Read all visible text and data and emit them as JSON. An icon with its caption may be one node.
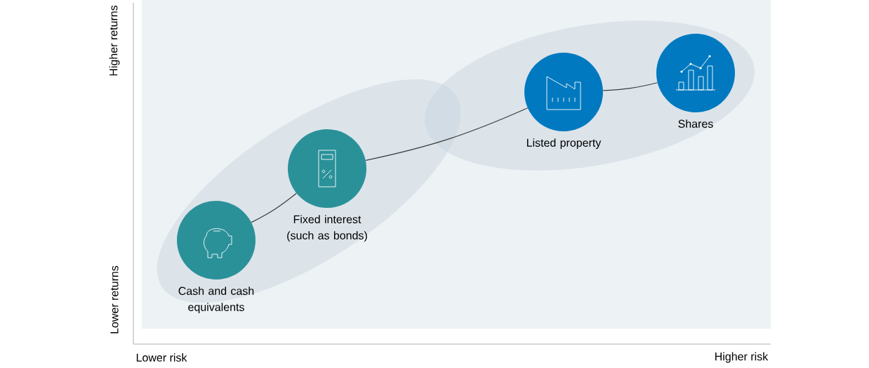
{
  "diagram": {
    "nodes": [
      {
        "text": [
          "Cash and cash equivalents"
        ]
      },
      {
        "text": [
          "Fixed interest (such as bonds)"
        ]
      },
      {
        "text": [
          "Listed property"
        ]
      },
      {
        "text": [
          "Shares"
        ]
      }
    ],
    "edges": [
      {
        "from": 0,
        "to": 1,
        "arrow": "none"
      },
      {
        "from": 1,
        "to": 2,
        "arrow": "none"
      },
      {
        "from": 2,
        "to": 3,
        "arrow": "none"
      }
    ],
    "labels": [
      "Higher returns",
      "Lower returns",
      "Lower risk",
      "Higher risk"
    ]
  }
}
